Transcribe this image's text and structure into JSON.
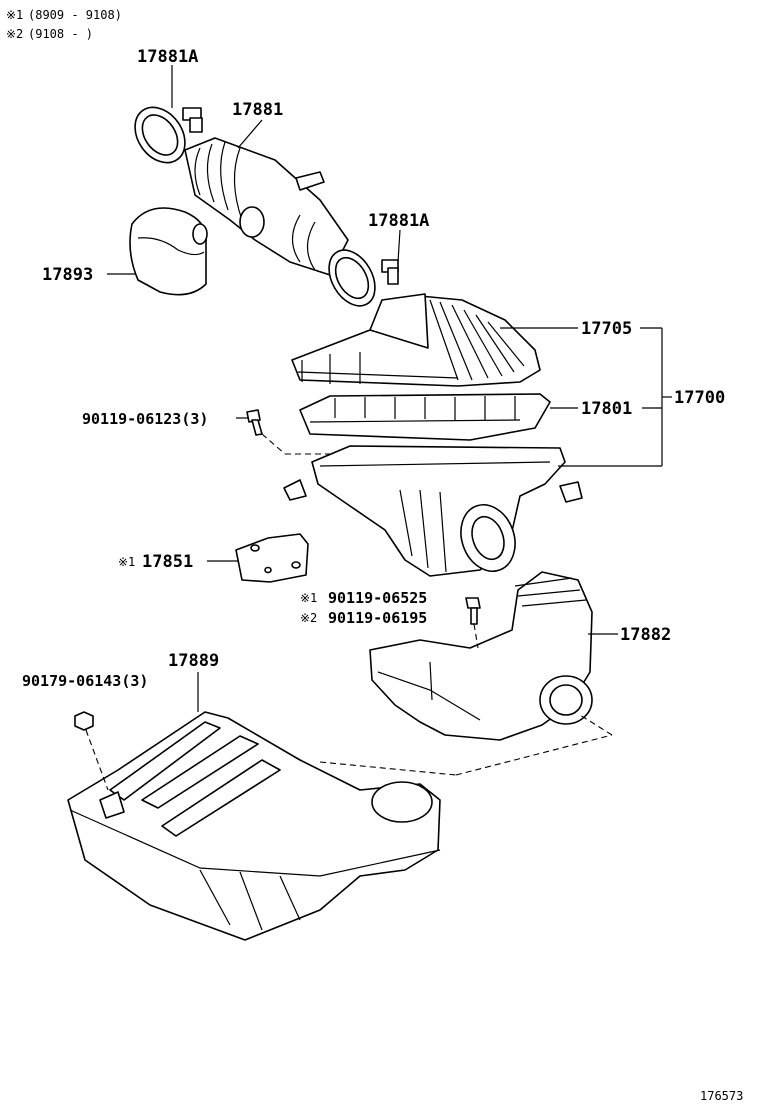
{
  "notes": [
    {
      "mark": "※1",
      "range": "(8909 - 9108)"
    },
    {
      "mark": "※2",
      "range": "(9108 -      )"
    }
  ],
  "labels": {
    "clamp_top": "17881A",
    "hose": "17881",
    "clamp_mid": "17881A",
    "resonator_small": "17893",
    "cap": "17705",
    "element": "17801",
    "assembly": "17700",
    "bolt_a": "90119-06123(3)",
    "bracket_mark": "※1",
    "bracket": "17851",
    "bolt_b_mark": "※1",
    "bolt_b": "90119-06525",
    "bolt_c_mark": "※2",
    "bolt_c": "90119-06195",
    "inlet": "17882",
    "resonator": "17889",
    "nut": "90179-06143(3)"
  },
  "figure_number": "176573"
}
